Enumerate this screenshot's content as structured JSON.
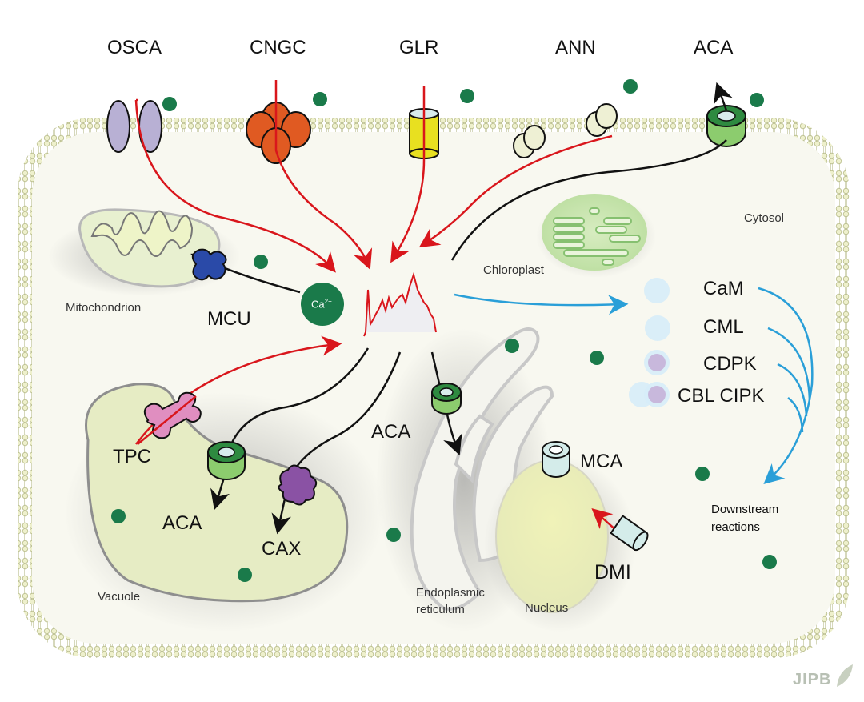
{
  "diagram": {
    "title": "Plant cell Ca2+ signaling",
    "channels_top": [
      {
        "label": "OSCA"
      },
      {
        "label": "CNGC"
      },
      {
        "label": "GLR"
      },
      {
        "label": "ANN"
      },
      {
        "label": "ACA"
      }
    ],
    "organelles": {
      "mitochondrion": "Mitochondrion",
      "chloroplast": "Chloroplast",
      "cytosol": "Cytosol",
      "vacuole": "Vacuole",
      "er": [
        "Endoplasmic",
        "reticulum"
      ],
      "nucleus": "Nucleus"
    },
    "transporters": {
      "mcu": "MCU",
      "tpc": "TPC",
      "vacuole_aca": "ACA",
      "cax": "CAX",
      "er_aca": "ACA",
      "mca": "MCA",
      "dmi": "DMI"
    },
    "calcium": {
      "base": "Ca",
      "charge": "2+"
    },
    "sensors": [
      {
        "label": "CaM"
      },
      {
        "label": "CML"
      },
      {
        "label": "CDPK"
      },
      {
        "label": "CBL CIPK"
      }
    ],
    "downstream": [
      "Downstream",
      "reactions"
    ],
    "logo": "JIPB",
    "colors": {
      "influx_arrow": "#d9161c",
      "efflux_arrow": "#111111",
      "signal_arrow": "#2a9fd8",
      "calcium_dot": "#1a7a4a",
      "membrane": "#e8ecc8",
      "cytosol": "#f8f8f0",
      "vacuole": "#e6ecc4",
      "osca": "#b8b0d4",
      "cngc": "#e05a22",
      "glr": "#e8e020",
      "ann": "#eef0d4",
      "aca": "#6ab85a",
      "mcu": "#2a4aa8",
      "tpc": "#e08ec0",
      "cax": "#8a52a4"
    }
  }
}
